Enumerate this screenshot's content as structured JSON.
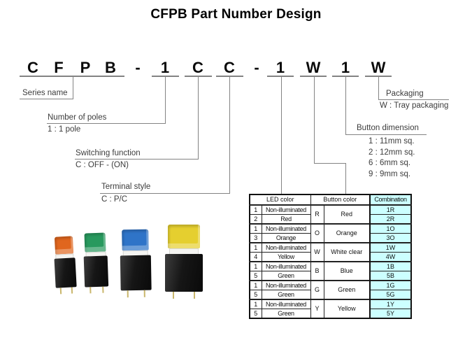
{
  "title": "CFPB Part Number Design",
  "part_number": {
    "chars": [
      "C",
      "F",
      "P",
      "B",
      "-",
      "1",
      "C",
      "C",
      "-",
      "1",
      "W",
      "1",
      "W"
    ]
  },
  "callouts": {
    "series_name": {
      "title": "Series name"
    },
    "number_of_poles": {
      "title": "Number of poles",
      "value": "1 : 1 pole"
    },
    "switching_function": {
      "title": "Switching function",
      "value": "C : OFF - (ON)"
    },
    "terminal_style": {
      "title": "Terminal style",
      "value": "C : P/C"
    },
    "packaging": {
      "title": "Packaging",
      "value": "W : Tray packaging"
    },
    "button_dimension": {
      "title": "Button dimension",
      "values": [
        "1 : 11mm sq.",
        "2 : 12mm sq.",
        "6 : 6mm sq.",
        "9 : 9mm sq."
      ]
    }
  },
  "table": {
    "headers": [
      "LED color",
      "Button color",
      "Combination"
    ],
    "combination_bg": "#ccffff",
    "groups": [
      {
        "led": [
          [
            "1",
            "Non-illuminated"
          ],
          [
            "2",
            "Red"
          ]
        ],
        "button_code": "R",
        "button_color": "Red",
        "combinations": [
          "1R",
          "2R"
        ]
      },
      {
        "led": [
          [
            "1",
            "Non-illuminated"
          ],
          [
            "3",
            "Orange"
          ]
        ],
        "button_code": "O",
        "button_color": "Orange",
        "combinations": [
          "1O",
          "3O"
        ]
      },
      {
        "led": [
          [
            "1",
            "Non-illuminated"
          ],
          [
            "4",
            "Yellow"
          ]
        ],
        "button_code": "W",
        "button_color": "White clear",
        "combinations": [
          "1W",
          "4W"
        ]
      },
      {
        "led": [
          [
            "1",
            "Non-illuminated"
          ],
          [
            "5",
            "Green"
          ]
        ],
        "button_code": "B",
        "button_color": "Blue",
        "combinations": [
          "1B",
          "5B"
        ]
      },
      {
        "led": [
          [
            "1",
            "Non-illuminated"
          ],
          [
            "5",
            "Green"
          ]
        ],
        "button_code": "G",
        "button_color": "Green",
        "combinations": [
          "1G",
          "5G"
        ]
      },
      {
        "led": [
          [
            "1",
            "Non-illuminated"
          ],
          [
            "5",
            "Green"
          ]
        ],
        "button_code": "Y",
        "button_color": "Yellow",
        "combinations": [
          "1Y",
          "5Y"
        ]
      }
    ]
  },
  "photo": {
    "switches": [
      {
        "name": "orange",
        "cap": "#e0661e"
      },
      {
        "name": "green",
        "cap": "#28995e"
      },
      {
        "name": "blue",
        "cap": "#2f74c8"
      },
      {
        "name": "yellow",
        "cap": "#e5cf2f"
      }
    ]
  }
}
